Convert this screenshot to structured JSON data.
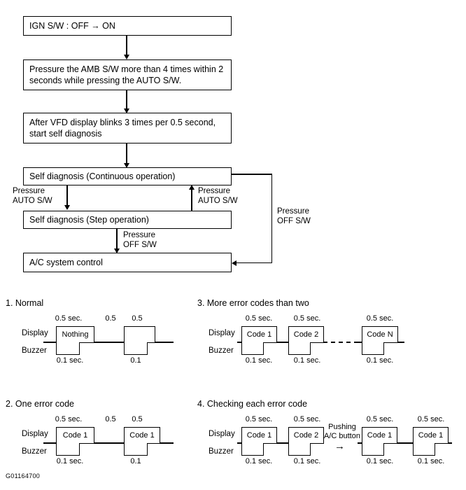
{
  "figure_id": "G01164700",
  "flowchart": {
    "boxes": [
      {
        "id": "ign",
        "text": "IGN S/W : OFF → ON"
      },
      {
        "id": "ambsw",
        "text": "Pressure the AMB S/W more than 4 times within 2\nseconds while pressing the AUTO S/W."
      },
      {
        "id": "vfd",
        "text": "After VFD display blinks 3 times per 0.5 second,\nstart self diagnosis"
      },
      {
        "id": "continuous",
        "text": "Self diagnosis (Continuous operation)"
      },
      {
        "id": "step",
        "text": "Self diagnosis (Step operation)"
      },
      {
        "id": "ac",
        "text": "A/C system control"
      }
    ],
    "edge_labels": [
      {
        "id": "auto-down",
        "text": "Pressure\nAUTO S/W"
      },
      {
        "id": "auto-up",
        "text": "Pressure\nAUTO S/W"
      },
      {
        "id": "off-down",
        "text": "Pressure\nOFF S/W"
      },
      {
        "id": "off-return",
        "text": "Pressure\nOFF S/W"
      }
    ]
  },
  "timing": {
    "row_labels": {
      "display": "Display",
      "buzzer": "Buzzer"
    },
    "diagrams": [
      {
        "id": "normal",
        "title": "1.  Normal",
        "pulses": [
          {
            "top_label": "0.5 sec.",
            "text": "Nothing",
            "bottom_label": "0.1 sec."
          },
          {
            "top_label": "0.5",
            "text": "",
            "bottom_label": "0.1"
          }
        ],
        "gap_label": "0.5"
      },
      {
        "id": "one-error",
        "title": "2.  One error code",
        "pulses": [
          {
            "top_label": "0.5 sec.",
            "text": "Code 1",
            "bottom_label": "0.1 sec."
          },
          {
            "top_label": "0.5",
            "text": "Code 1",
            "bottom_label": "0.1"
          }
        ],
        "gap_label": "0.5"
      },
      {
        "id": "more-errors",
        "title": "3.  More error codes than two",
        "pulses": [
          {
            "top_label": "0.5 sec.",
            "text": "Code 1",
            "bottom_label": "0.1 sec."
          },
          {
            "top_label": "0.5 sec.",
            "text": "Code 2",
            "bottom_label": "0.1 sec."
          },
          {
            "top_label": "0.5 sec.",
            "text": "Code N",
            "bottom_label": "0.1 sec."
          }
        ]
      },
      {
        "id": "checking",
        "title": "4.  Checking each error code",
        "note": "Pushing\nA/C button",
        "note_arrow": "→",
        "pulses": [
          {
            "top_label": "0.5 sec.",
            "text": "Code 1",
            "bottom_label": "0.1 sec."
          },
          {
            "top_label": "0.5 sec.",
            "text": "Code 2",
            "bottom_label": "0.1 sec."
          },
          {
            "top_label": "0.5 sec.",
            "text": "Code 1",
            "bottom_label": "0.1 sec."
          },
          {
            "top_label": "0.5 sec.",
            "text": "Code 1",
            "bottom_label": "0.1 sec."
          }
        ]
      }
    ]
  }
}
